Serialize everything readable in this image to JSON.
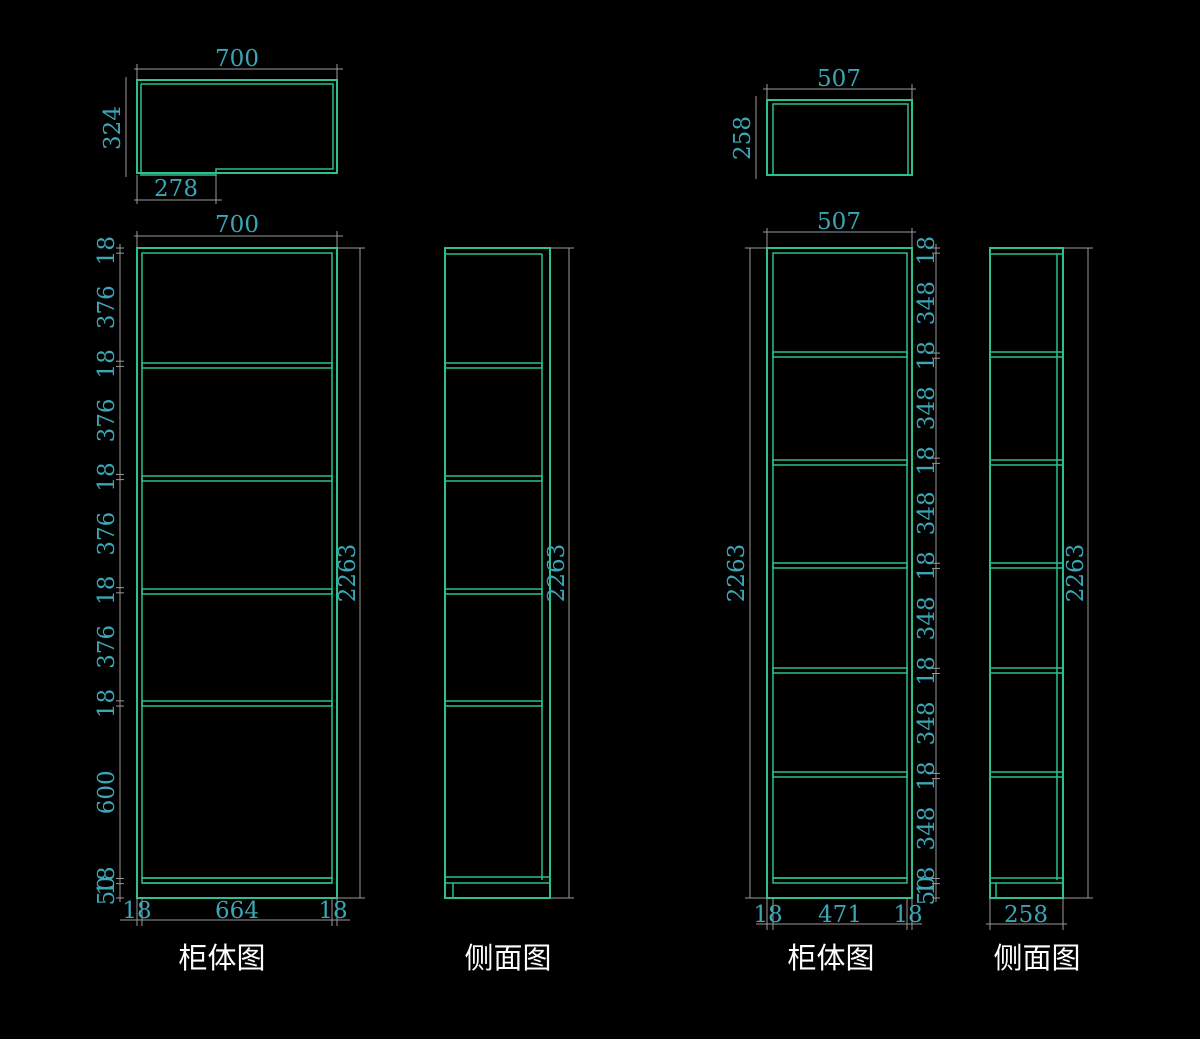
{
  "colors": {
    "background": "#000000",
    "structure": "#2bc08e",
    "dimension_line": "#9a9a9a",
    "dimension_text": "#3aa6b6",
    "caption": "#ffffff"
  },
  "cabinet_a": {
    "top_view": {
      "width": "700",
      "depth": "324",
      "inset": "278"
    },
    "front": {
      "width": "700",
      "height": "2263",
      "left_chain": [
        "18",
        "376",
        "18",
        "376",
        "18",
        "376",
        "18",
        "376",
        "18",
        "600",
        "18",
        "50"
      ],
      "bottom": {
        "left_side": "18",
        "inner": "664",
        "right_side": "18"
      },
      "caption": "柜体图"
    },
    "side": {
      "height": "2263",
      "caption": "侧面图"
    }
  },
  "cabinet_b": {
    "top_view": {
      "width": "507",
      "depth": "258"
    },
    "front": {
      "width": "507",
      "height": "2263",
      "right_chain": [
        "18",
        "348",
        "18",
        "348",
        "18",
        "348",
        "18",
        "348",
        "18",
        "348",
        "18",
        "348",
        "18",
        "50"
      ],
      "bottom": {
        "left_side": "18",
        "inner": "471",
        "right_side": "18"
      },
      "caption": "柜体图"
    },
    "side": {
      "height": "2263",
      "depth": "258",
      "caption": "侧面图"
    }
  }
}
